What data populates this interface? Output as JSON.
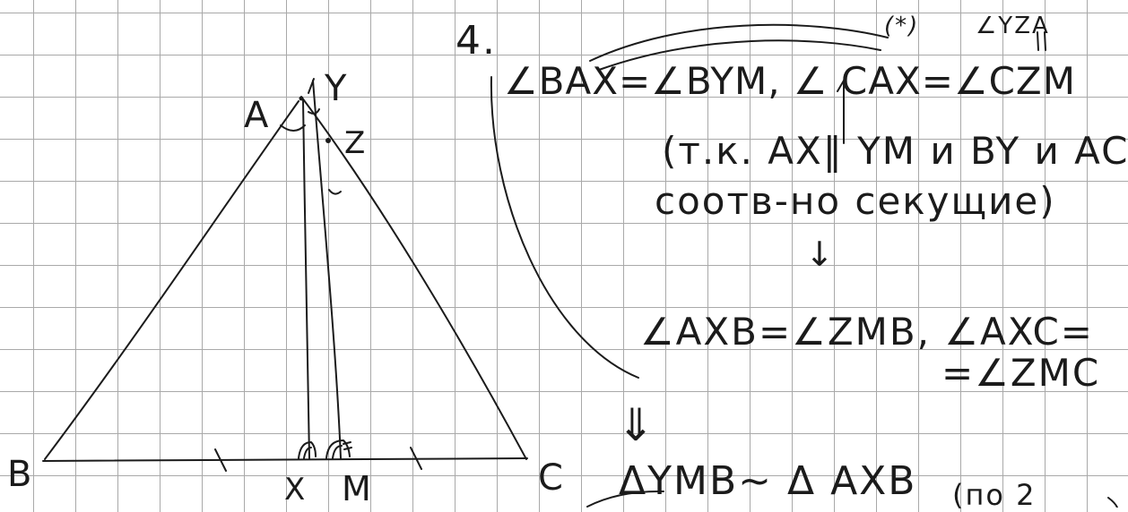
{
  "problem_number": "4.",
  "figure": {
    "point_labels": {
      "A": "A",
      "Y": "Y",
      "Z": "Z",
      "B": "B",
      "C": "C",
      "X": "X",
      "M": "M"
    }
  },
  "solution": {
    "annotation_star": "(*)",
    "annotation_angle": "∠YZA",
    "line1": "∠BAX=∠BYM, ∠ CAX=∠CZM",
    "line2": "(т.к. AX‖ YM и BY и AC",
    "line3": "соотв-но секущие)",
    "arrow_down": "↓",
    "line4": "∠AXB=∠ZMB, ∠AXC=",
    "line5": "=∠ZMC",
    "implies": "⇓",
    "line6": "ΔYMB~ Δ AXB",
    "line6_cont": "(по 2"
  },
  "colors": {
    "ink": "#1b1b1b",
    "grid": "#a9a9a9"
  }
}
